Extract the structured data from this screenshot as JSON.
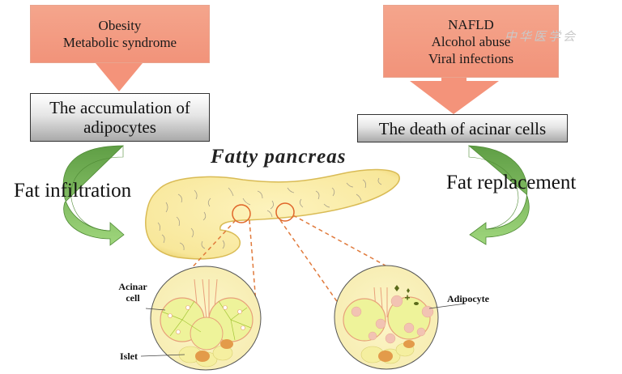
{
  "left_pathway": {
    "causes": [
      "Obesity",
      "Metabolic syndrome"
    ],
    "result_box": [
      "The accumulation of",
      "adipocytes"
    ],
    "process_label": "Fat infiltration"
  },
  "right_pathway": {
    "causes": [
      "NAFLD",
      "Alcohol abuse",
      "Viral infections"
    ],
    "result_box": [
      "The death of acinar cells"
    ],
    "process_label": "Fat replacement"
  },
  "center": {
    "title": "Fatty pancreas"
  },
  "left_inset": {
    "labels": {
      "acinar": [
        "Acinar",
        "cell"
      ],
      "islet": "Islet"
    }
  },
  "right_inset": {
    "labels": {
      "adipocyte": "Adipocyte"
    }
  },
  "watermark": "中华医学会",
  "colors": {
    "cause_fill": "#f39c82",
    "arrow_orange": "#f4937a",
    "green_arrow": "#7cc25a",
    "green_dark": "#5a9a3c",
    "pancreas_fill": "#fbeeaa",
    "dashed_line": "#e07a3c",
    "duct": "#e8a07a"
  }
}
